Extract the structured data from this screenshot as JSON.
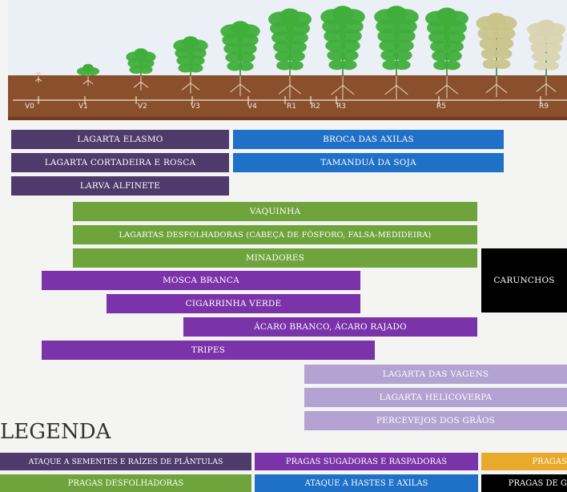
{
  "colors": {
    "sky": "#eaf0f6",
    "soil": "#8a4f2c",
    "soil_dark": "#6c3a1e",
    "plant_green": "#3fae3b",
    "plant_dark": "#2f7f2d",
    "mature": "#c8c48a",
    "roots": "#e9d9c0",
    "purple_dark": "#4e3a6b",
    "blue": "#1f70c7",
    "green": "#6fa33b",
    "violet": "#7a33a8",
    "lilac": "#b3a2d2",
    "black": "#000000",
    "orange": "#e9a92c"
  },
  "stages": [
    "V0",
    "V1",
    "V2",
    "V3",
    "V4",
    "R1",
    "R2",
    "R3",
    "R5",
    "R9"
  ],
  "bars": [
    {
      "label": "LAGARTA ELASMO",
      "color": "purple_dark"
    },
    {
      "label": "BROCA DAS AXILAS",
      "color": "blue"
    },
    {
      "label": "LAGARTA CORTADEIRA E ROSCA",
      "color": "purple_dark"
    },
    {
      "label": "TAMANDUÁ DA SOJA",
      "color": "blue"
    },
    {
      "label": "LARVA ALFINETE",
      "color": "purple_dark"
    },
    {
      "label": "VAQUINHA",
      "color": "green"
    },
    {
      "label": "LAGARTAS DESFOLHADORAS (CABEÇA DE FÓSFORO, FALSA-MEDIDEIRA)",
      "color": "green"
    },
    {
      "label": "MINADORES",
      "color": "green"
    },
    {
      "label": "CARUNCHOS",
      "color": "black"
    },
    {
      "label": "MOSCA BRANCA",
      "color": "violet"
    },
    {
      "label": "CIGARRINHA VERDE",
      "color": "violet"
    },
    {
      "label": "ÁCARO BRANCO, ÁCARO RAJADO",
      "color": "violet"
    },
    {
      "label": "TRIPES",
      "color": "violet"
    },
    {
      "label": "LAGARTA DAS VAGENS",
      "color": "lilac"
    },
    {
      "label": "LAGARTA HELICOVERPA",
      "color": "lilac"
    },
    {
      "label": "PERCEVEJOS DOS GRÃOS",
      "color": "lilac"
    }
  ],
  "legend": {
    "title": "LEGENDA",
    "items": [
      {
        "label": "ATAQUE A SEMENTES E RAÍZES DE PLÂNTULAS",
        "color": "purple_dark"
      },
      {
        "label": "PRAGAS SUGADORAS E RASPADORAS",
        "color": "violet"
      },
      {
        "label": "PRAGAS",
        "color": "orange"
      },
      {
        "label": "PRAGAS DESFOLHADORAS",
        "color": "green"
      },
      {
        "label": "ATAQUE A HASTES E AXILAS",
        "color": "blue"
      },
      {
        "label": "PRAGAS DE G",
        "color": "black"
      }
    ]
  }
}
